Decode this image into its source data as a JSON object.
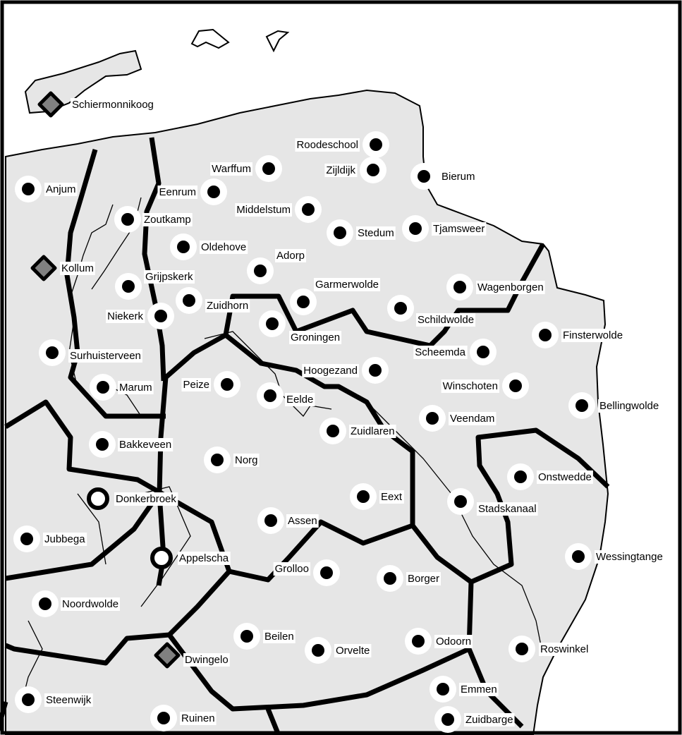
{
  "colors": {
    "land": "#e6e6e6",
    "sea": "#ffffff",
    "border": "#000000",
    "dot": "#000000",
    "halo": "#ffffff",
    "diamond": "#808080"
  },
  "marker_types": {
    "town": "filled-black-dot",
    "open": "hollow-ring",
    "special": "gray-diamond"
  },
  "places": [
    {
      "name": "Schiermonnikoog",
      "type": "special"
    },
    {
      "name": "Roodeschool",
      "type": "town"
    },
    {
      "name": "Warffum",
      "type": "town"
    },
    {
      "name": "Zijldijk",
      "type": "town"
    },
    {
      "name": "Bierum",
      "type": "town"
    },
    {
      "name": "Anjum",
      "type": "town"
    },
    {
      "name": "Eenrum",
      "type": "town"
    },
    {
      "name": "Middelstum",
      "type": "town"
    },
    {
      "name": "Zoutkamp",
      "type": "town"
    },
    {
      "name": "Stedum",
      "type": "town"
    },
    {
      "name": "Tjamsweer",
      "type": "town"
    },
    {
      "name": "Oldehove",
      "type": "town"
    },
    {
      "name": "Kollum",
      "type": "special"
    },
    {
      "name": "Adorp",
      "type": "town"
    },
    {
      "name": "Grijpskerk",
      "type": "town"
    },
    {
      "name": "Garmerwolde",
      "type": "town"
    },
    {
      "name": "Wagenborgen",
      "type": "town"
    },
    {
      "name": "Zuidhorn",
      "type": "town"
    },
    {
      "name": "Niekerk",
      "type": "town"
    },
    {
      "name": "Schildwolde",
      "type": "town"
    },
    {
      "name": "Groningen",
      "type": "town"
    },
    {
      "name": "Finsterwolde",
      "type": "town"
    },
    {
      "name": "Surhuisterveen",
      "type": "town"
    },
    {
      "name": "Scheemda",
      "type": "town"
    },
    {
      "name": "Hoogezand",
      "type": "town"
    },
    {
      "name": "Marum",
      "type": "town"
    },
    {
      "name": "Peize",
      "type": "town"
    },
    {
      "name": "Eelde",
      "type": "town"
    },
    {
      "name": "Winschoten",
      "type": "town"
    },
    {
      "name": "Bellingwolde",
      "type": "town"
    },
    {
      "name": "Veendam",
      "type": "town"
    },
    {
      "name": "Zuidlaren",
      "type": "town"
    },
    {
      "name": "Bakkeveen",
      "type": "town"
    },
    {
      "name": "Norg",
      "type": "town"
    },
    {
      "name": "Onstwedde",
      "type": "town"
    },
    {
      "name": "Donkerbroek",
      "type": "open"
    },
    {
      "name": "Eext",
      "type": "town"
    },
    {
      "name": "Stadskanaal",
      "type": "town"
    },
    {
      "name": "Assen",
      "type": "town"
    },
    {
      "name": "Jubbega",
      "type": "town"
    },
    {
      "name": "Appelscha",
      "type": "open"
    },
    {
      "name": "Wessingtange",
      "type": "town"
    },
    {
      "name": "Grolloo",
      "type": "town"
    },
    {
      "name": "Borger",
      "type": "town"
    },
    {
      "name": "Noordwolde",
      "type": "town"
    },
    {
      "name": "Beilen",
      "type": "town"
    },
    {
      "name": "Orvelte",
      "type": "town"
    },
    {
      "name": "Odoorn",
      "type": "town"
    },
    {
      "name": "Roswinkel",
      "type": "town"
    },
    {
      "name": "Dwingelo",
      "type": "special"
    },
    {
      "name": "Emmen",
      "type": "town"
    },
    {
      "name": "Steenwijk",
      "type": "town"
    },
    {
      "name": "Ruinen",
      "type": "town"
    },
    {
      "name": "Zuidbarge",
      "type": "town"
    }
  ]
}
